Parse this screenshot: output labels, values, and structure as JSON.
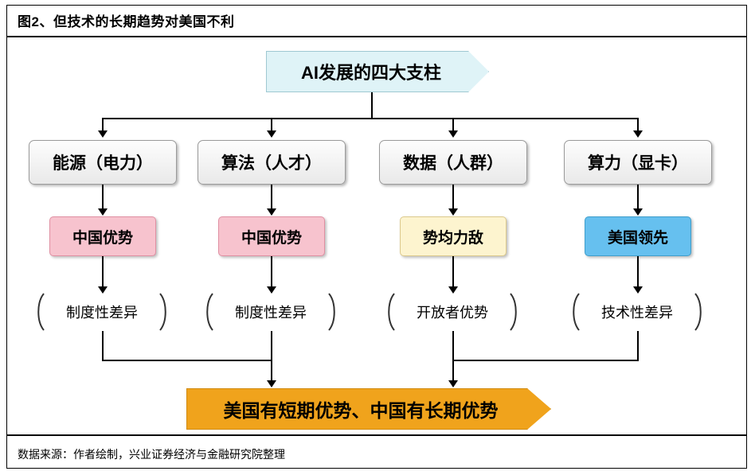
{
  "title": "图2、但技术的长期趋势对美国不利",
  "source": "数据来源：作者绘制，兴业证券经济与金融研究院整理",
  "diagram": {
    "header": "AI发展的四大支柱",
    "pillars": [
      {
        "name": "能源（电力）",
        "verdict": "中国优势",
        "reason": "制度性差异"
      },
      {
        "name": "算法（人才）",
        "verdict": "中国优势",
        "reason": "制度性差异"
      },
      {
        "name": "数据（人群）",
        "verdict": "势均力敌",
        "reason": "开放者优势"
      },
      {
        "name": "算力（显卡）",
        "verdict": "美国领先",
        "reason": "技术性差异"
      }
    ],
    "conclusion": "美国有短期优势、中国有长期优势"
  },
  "colors": {
    "header_fill": "#dff3f7",
    "pillar_fill": "#eeeeee",
    "china_advantage": "#f7c3ce",
    "even_match": "#fdf4cf",
    "us_lead": "#66c0ef",
    "conclusion_fill": "#f0a31c"
  }
}
